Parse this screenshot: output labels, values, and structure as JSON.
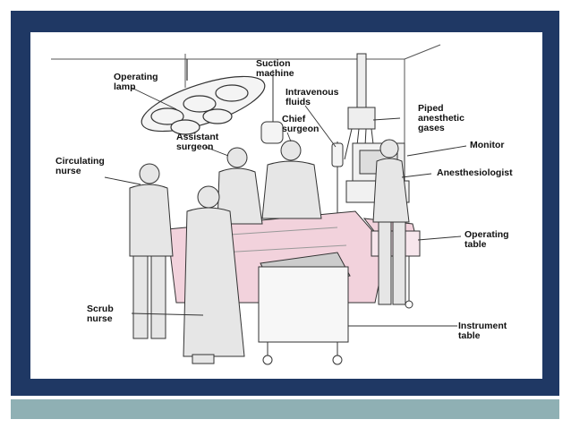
{
  "diagram": {
    "labels": {
      "operating_lamp": "Operating\nlamp",
      "suction_machine": "Suction\nmachine",
      "intravenous_fluids": "Intravenous\nfluids",
      "piped_anesthetic_gases": "Piped\nanesthetic\ngases",
      "chief_surgeon": "Chief\nsurgeon",
      "assistant_surgeon": "Assistant\nsurgeon",
      "circulating_nurse": "Circulating\nnurse",
      "monitor": "Monitor",
      "anesthesiologist": "Anesthesiologist",
      "operating_table": "Operating\ntable",
      "scrub_nurse": "Scrub\nnurse",
      "instrument_table": "Instrument\ntable"
    }
  },
  "colors": {
    "frame": "#1f3864",
    "band": "#8fb0b4",
    "drape": "#f2d2dc",
    "gown": "#e6e6e6",
    "line": "#333333"
  }
}
